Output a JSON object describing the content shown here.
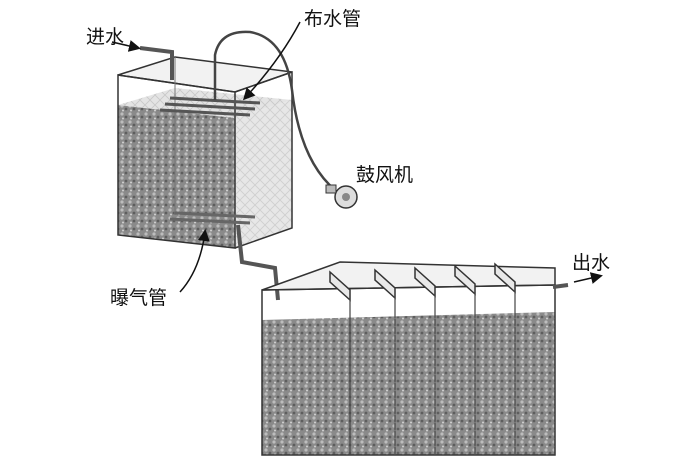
{
  "labels": {
    "inlet": "进水",
    "distribution_pipe": "布水管",
    "blower": "鼓风机",
    "aeration_pipe": "曝气管",
    "outlet": "出水"
  }
}
